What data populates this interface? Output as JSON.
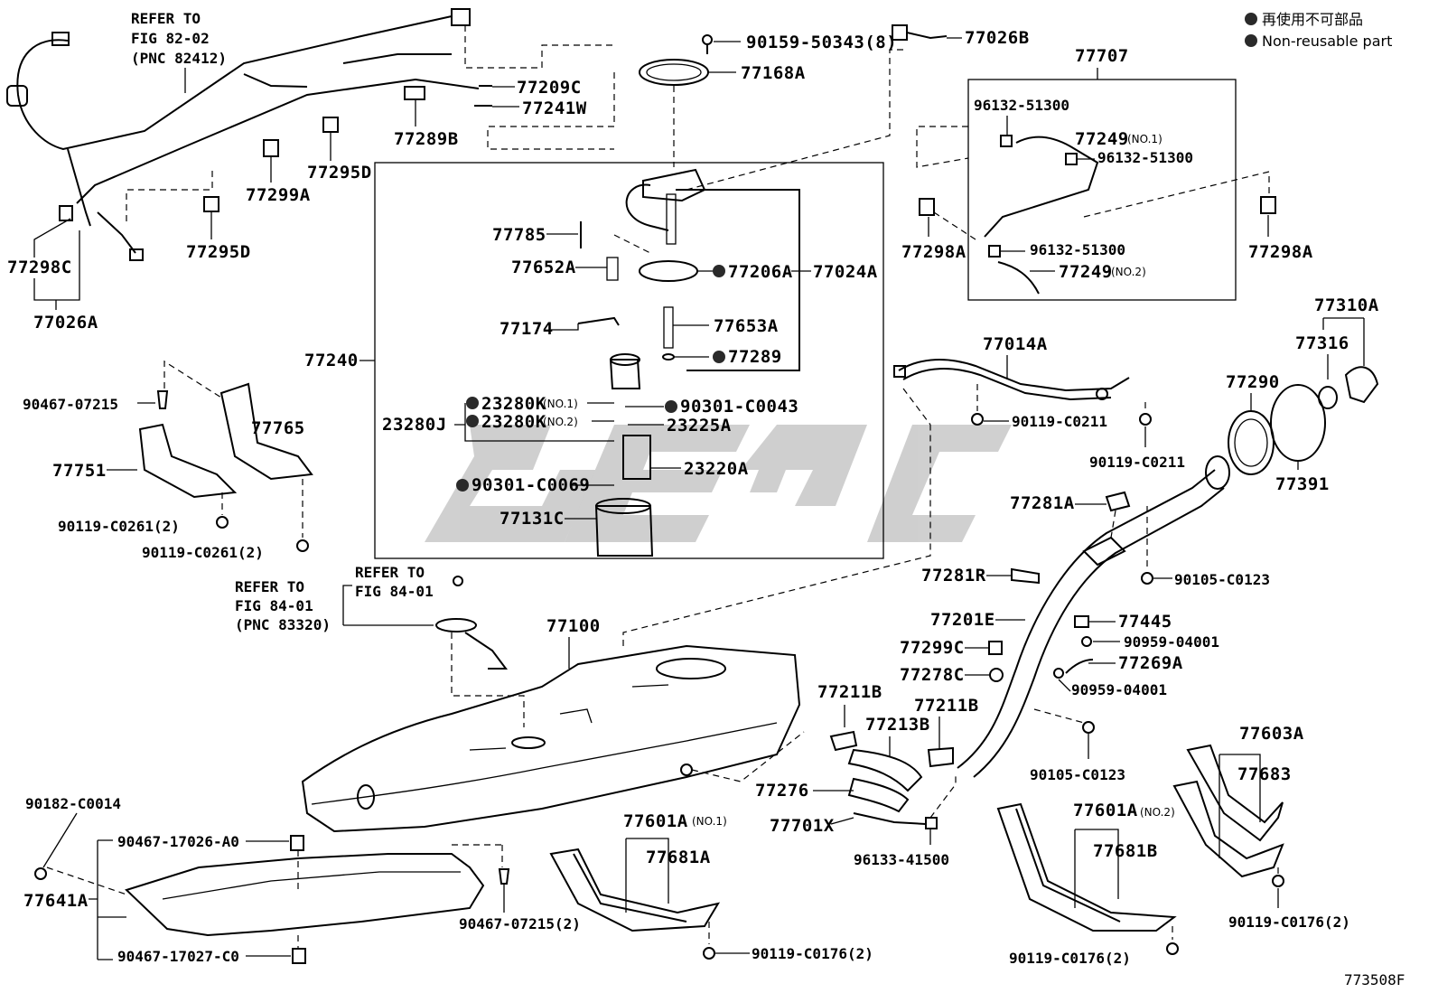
{
  "legend": {
    "japanese": "再使用不可部品",
    "english": "Non-reusable part"
  },
  "diagram_code": "773508F",
  "watermark": "GEGC",
  "refs": {
    "fig82": [
      "REFER TO",
      "FIG 82-02",
      "(PNC 82412)"
    ],
    "fig84a": [
      "REFER TO",
      "FIG 84-01",
      "(PNC 83320)"
    ],
    "fig84b": [
      "REFER TO",
      "FIG 84-01"
    ]
  },
  "labels": {
    "p90159": "90159-50343(8)",
    "p77168A": "77168A",
    "p77026B": "77026B",
    "p77707": "77707",
    "p77209C": "77209C",
    "p77241W": "77241W",
    "p77289B": "77289B",
    "p77295D_a": "77295D",
    "p77299A": "77299A",
    "p77295D_b": "77295D",
    "p77298C": "77298C",
    "p77026A": "77026A",
    "p96132_a": "96132-51300",
    "p77249_1": "77249",
    "p77249_1_sub": "(NO.1)",
    "p96132_b": "96132-51300",
    "p96132_c": "96132-51300",
    "p77249_2": "77249",
    "p77249_2_sub": "(NO.2)",
    "p77298A_a": "77298A",
    "p77298A_b": "77298A",
    "p77785": "77785",
    "p77652A": "77652A",
    "p77206A": "77206A",
    "p77024A": "77024A",
    "p77174": "77174",
    "p77653A": "77653A",
    "p77289": "77289",
    "p77240": "77240",
    "p23280K_1": "23280K",
    "p23280K_1_sub": "(NO.1)",
    "p90301_C0043": "90301-C0043",
    "p23280J": "23280J",
    "p23280K_2": "23280K",
    "p23280K_2_sub": "(NO.2)",
    "p23225A": "23225A",
    "p23220A": "23220A",
    "p90301_C0069": "90301-C0069",
    "p77131C": "77131C",
    "p90467_07215": "90467-07215",
    "p77765": "77765",
    "p77751": "77751",
    "p90119_C0261_a": "90119-C0261(2)",
    "p90119_C0261_b": "90119-C0261(2)",
    "p77014A": "77014A",
    "p90119_C0211_a": "90119-C0211",
    "p90119_C0211_b": "90119-C0211",
    "p77310A": "77310A",
    "p77316": "77316",
    "p77290": "77290",
    "p77391": "77391",
    "p77281A": "77281A",
    "p77281R": "77281R",
    "p90105_C0123_a": "90105-C0123",
    "p77201E": "77201E",
    "p77445": "77445",
    "p90959_a": "90959-04001",
    "p77299C": "77299C",
    "p77269A": "77269A",
    "p77278C": "77278C",
    "p90959_b": "90959-04001",
    "p77100": "77100",
    "p77211B_a": "77211B",
    "p77211B_b": "77211B",
    "p77213B": "77213B",
    "p90105_C0123_b": "90105-C0123",
    "p77276": "77276",
    "p77701X": "77701X",
    "p96133": "96133-41500",
    "p77603A": "77603A",
    "p77683": "77683",
    "p90182": "90182-C0014",
    "p90467_17026": "90467-17026-A0",
    "p77641A": "77641A",
    "p90467_07215_2": "90467-07215(2)",
    "p90467_17027": "90467-17027-C0",
    "p77601A_1": "77601A",
    "p77601A_1_sub": "(NO.1)",
    "p77681A": "77681A",
    "p90119_C0176_a": "90119-C0176(2)",
    "p77601A_2": "77601A",
    "p77601A_2_sub": "(NO.2)",
    "p77681B": "77681B",
    "p90119_C0176_b": "90119-C0176(2)",
    "p90119_C0176_c": "90119-C0176(2)"
  }
}
